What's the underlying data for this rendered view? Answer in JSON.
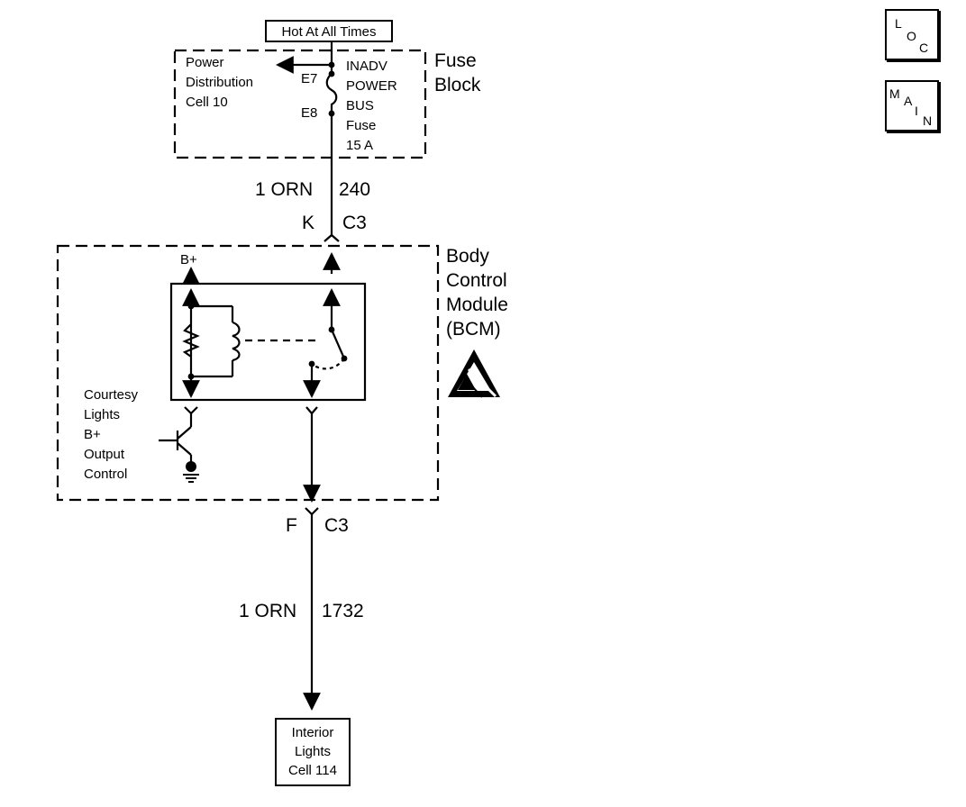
{
  "hot_label": "Hot At All Times",
  "fuse_block": {
    "title_lines": [
      "Fuse",
      "Block"
    ],
    "pdc_lines": [
      "Power",
      "Distribution",
      "Cell 10"
    ],
    "terminal_top": "E7",
    "terminal_bottom": "E8",
    "fuse_lines": [
      "INADV",
      "POWER",
      "BUS",
      "Fuse",
      "15 A"
    ]
  },
  "wire_top": {
    "gauge_color": "1 ORN",
    "circuit": "240"
  },
  "connector_top": {
    "pin": "K",
    "connector": "C3"
  },
  "bcm": {
    "title_lines": [
      "Body",
      "Control",
      "Module",
      "(BCM)"
    ],
    "bplus": "B+",
    "courtesy_lines": [
      "Courtesy",
      "Lights",
      "B+",
      "Output",
      "Control"
    ]
  },
  "connector_bottom": {
    "pin": "F",
    "connector": "C3"
  },
  "wire_bottom": {
    "gauge_color": "1 ORN",
    "circuit": "1732"
  },
  "destination_lines": [
    "Interior",
    "Lights",
    "Cell 114"
  ],
  "nav": {
    "loc": {
      "letters": [
        "L",
        "O",
        "C"
      ]
    },
    "main": {
      "letters": [
        "M",
        "A",
        "I",
        "N"
      ]
    }
  },
  "icons": {
    "esd": "esd-sensitive-icon",
    "ground": "ground-icon"
  }
}
